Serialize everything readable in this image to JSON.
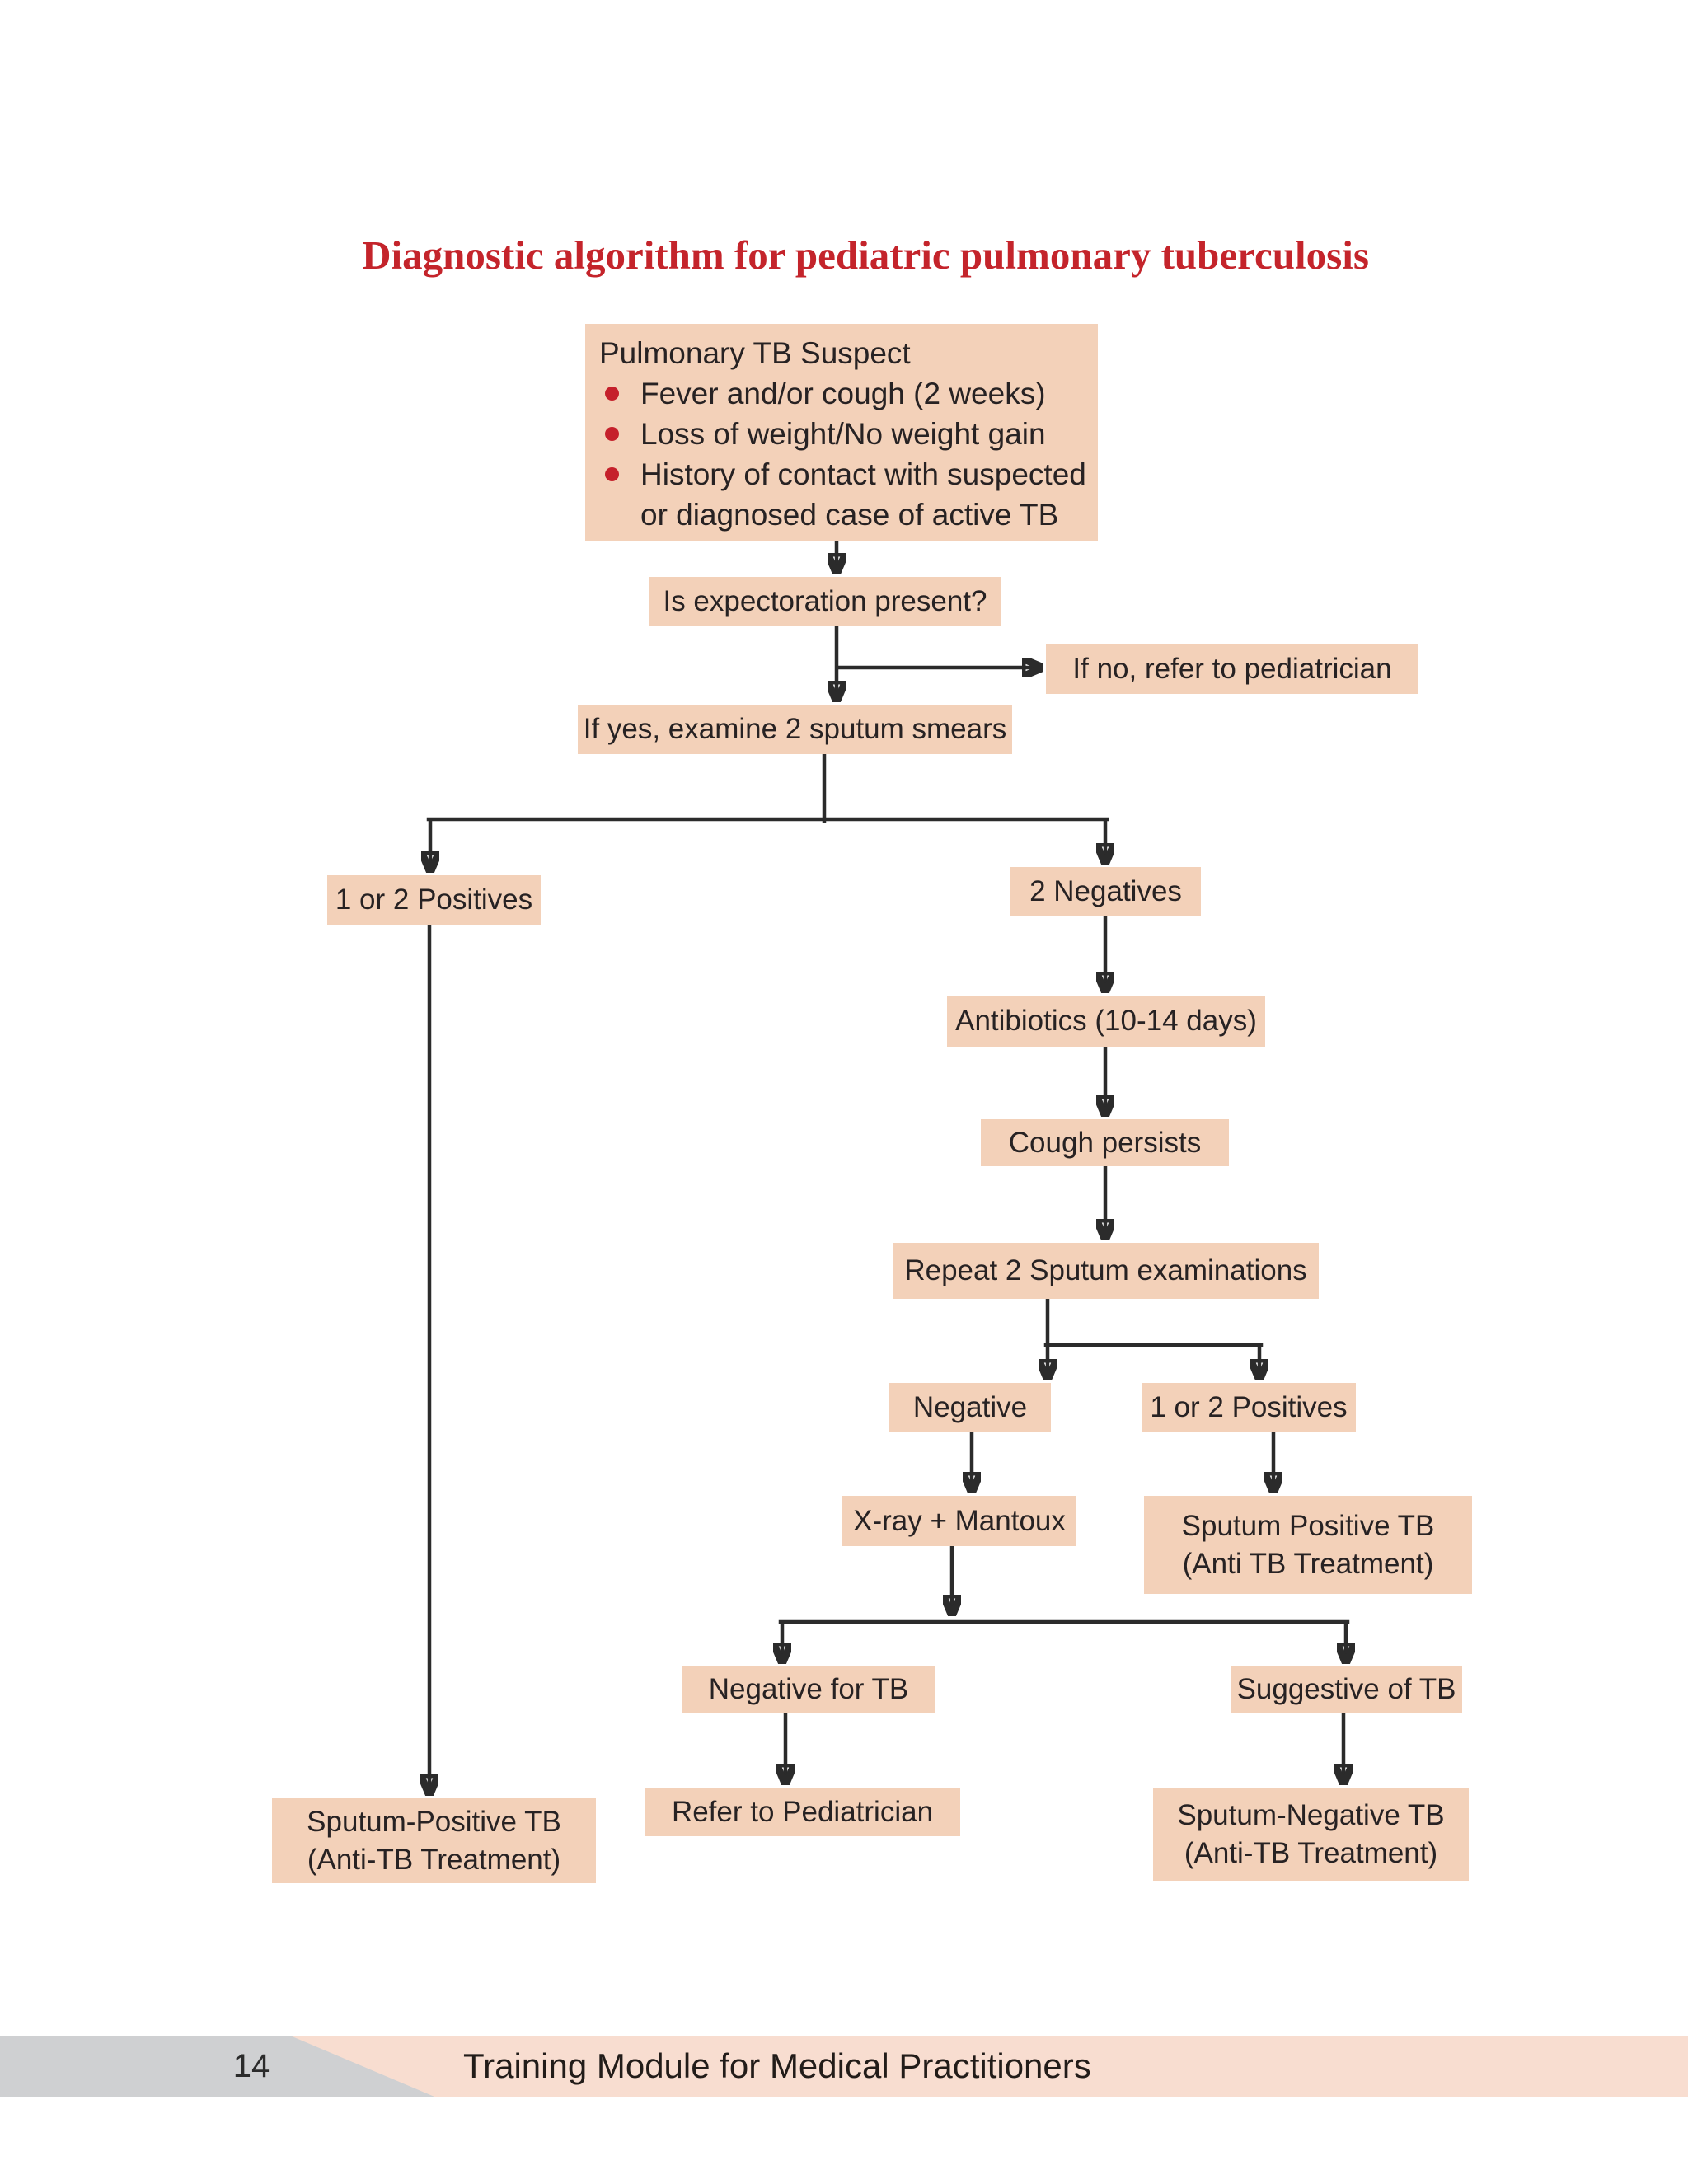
{
  "page": {
    "title": "Diagnostic algorithm for pediatric pulmonary tuberculosis"
  },
  "colors": {
    "title_red": "#c4242b",
    "bullet_red": "#c5202b",
    "node_fill": "#f3d1b9",
    "connector_dark": "#2b2b2b",
    "text_dark": "#272223",
    "footer_peach": "#f8ddd0",
    "footer_gray": "#cfd0d2"
  },
  "flowchart": {
    "suspect": {
      "heading": "Pulmonary TB Suspect",
      "bullets": [
        {
          "lines": [
            "Fever and/or cough (2 weeks)"
          ]
        },
        {
          "lines": [
            "Loss of weight/No weight gain"
          ]
        },
        {
          "lines": [
            "History of contact with suspected",
            "or diagnosed case of active TB"
          ]
        }
      ]
    },
    "nodes": {
      "expectoration": {
        "lines": [
          "Is expectoration present?"
        ]
      },
      "if_no": {
        "lines": [
          "If no, refer to pediatrician"
        ]
      },
      "if_yes": {
        "lines": [
          "If yes, examine 2 sputum smears"
        ]
      },
      "positives_first": {
        "lines": [
          "1 or 2 Positives"
        ]
      },
      "negatives_two": {
        "lines": [
          "2 Negatives"
        ]
      },
      "antibiotics": {
        "lines": [
          "Antibiotics (10-14 days)"
        ]
      },
      "cough_persists": {
        "lines": [
          "Cough persists"
        ]
      },
      "repeat_sputum": {
        "lines": [
          "Repeat 2 Sputum examinations"
        ]
      },
      "negative": {
        "lines": [
          "Negative"
        ]
      },
      "positives_second": {
        "lines": [
          "1 or 2 Positives"
        ]
      },
      "xray_mantoux": {
        "lines": [
          "X-ray + Mantoux"
        ]
      },
      "sputum_positive": {
        "lines": [
          "Sputum Positive TB",
          "(Anti TB Treatment)"
        ]
      },
      "negative_for_tb": {
        "lines": [
          "Negative for TB"
        ]
      },
      "suggestive_of_tb": {
        "lines": [
          "Suggestive of TB"
        ]
      },
      "refer_pediatrician": {
        "lines": [
          "Refer to Pediatrician"
        ]
      },
      "sputum_negative_tb": {
        "lines": [
          "Sputum-Negative TB",
          "(Anti-TB Treatment)"
        ]
      },
      "sputum_positive_left": {
        "lines": [
          "Sputum-Positive TB",
          "(Anti-TB Treatment)"
        ]
      }
    }
  },
  "footer": {
    "page_number": "14",
    "title": "Training Module for Medical Practitioners"
  }
}
